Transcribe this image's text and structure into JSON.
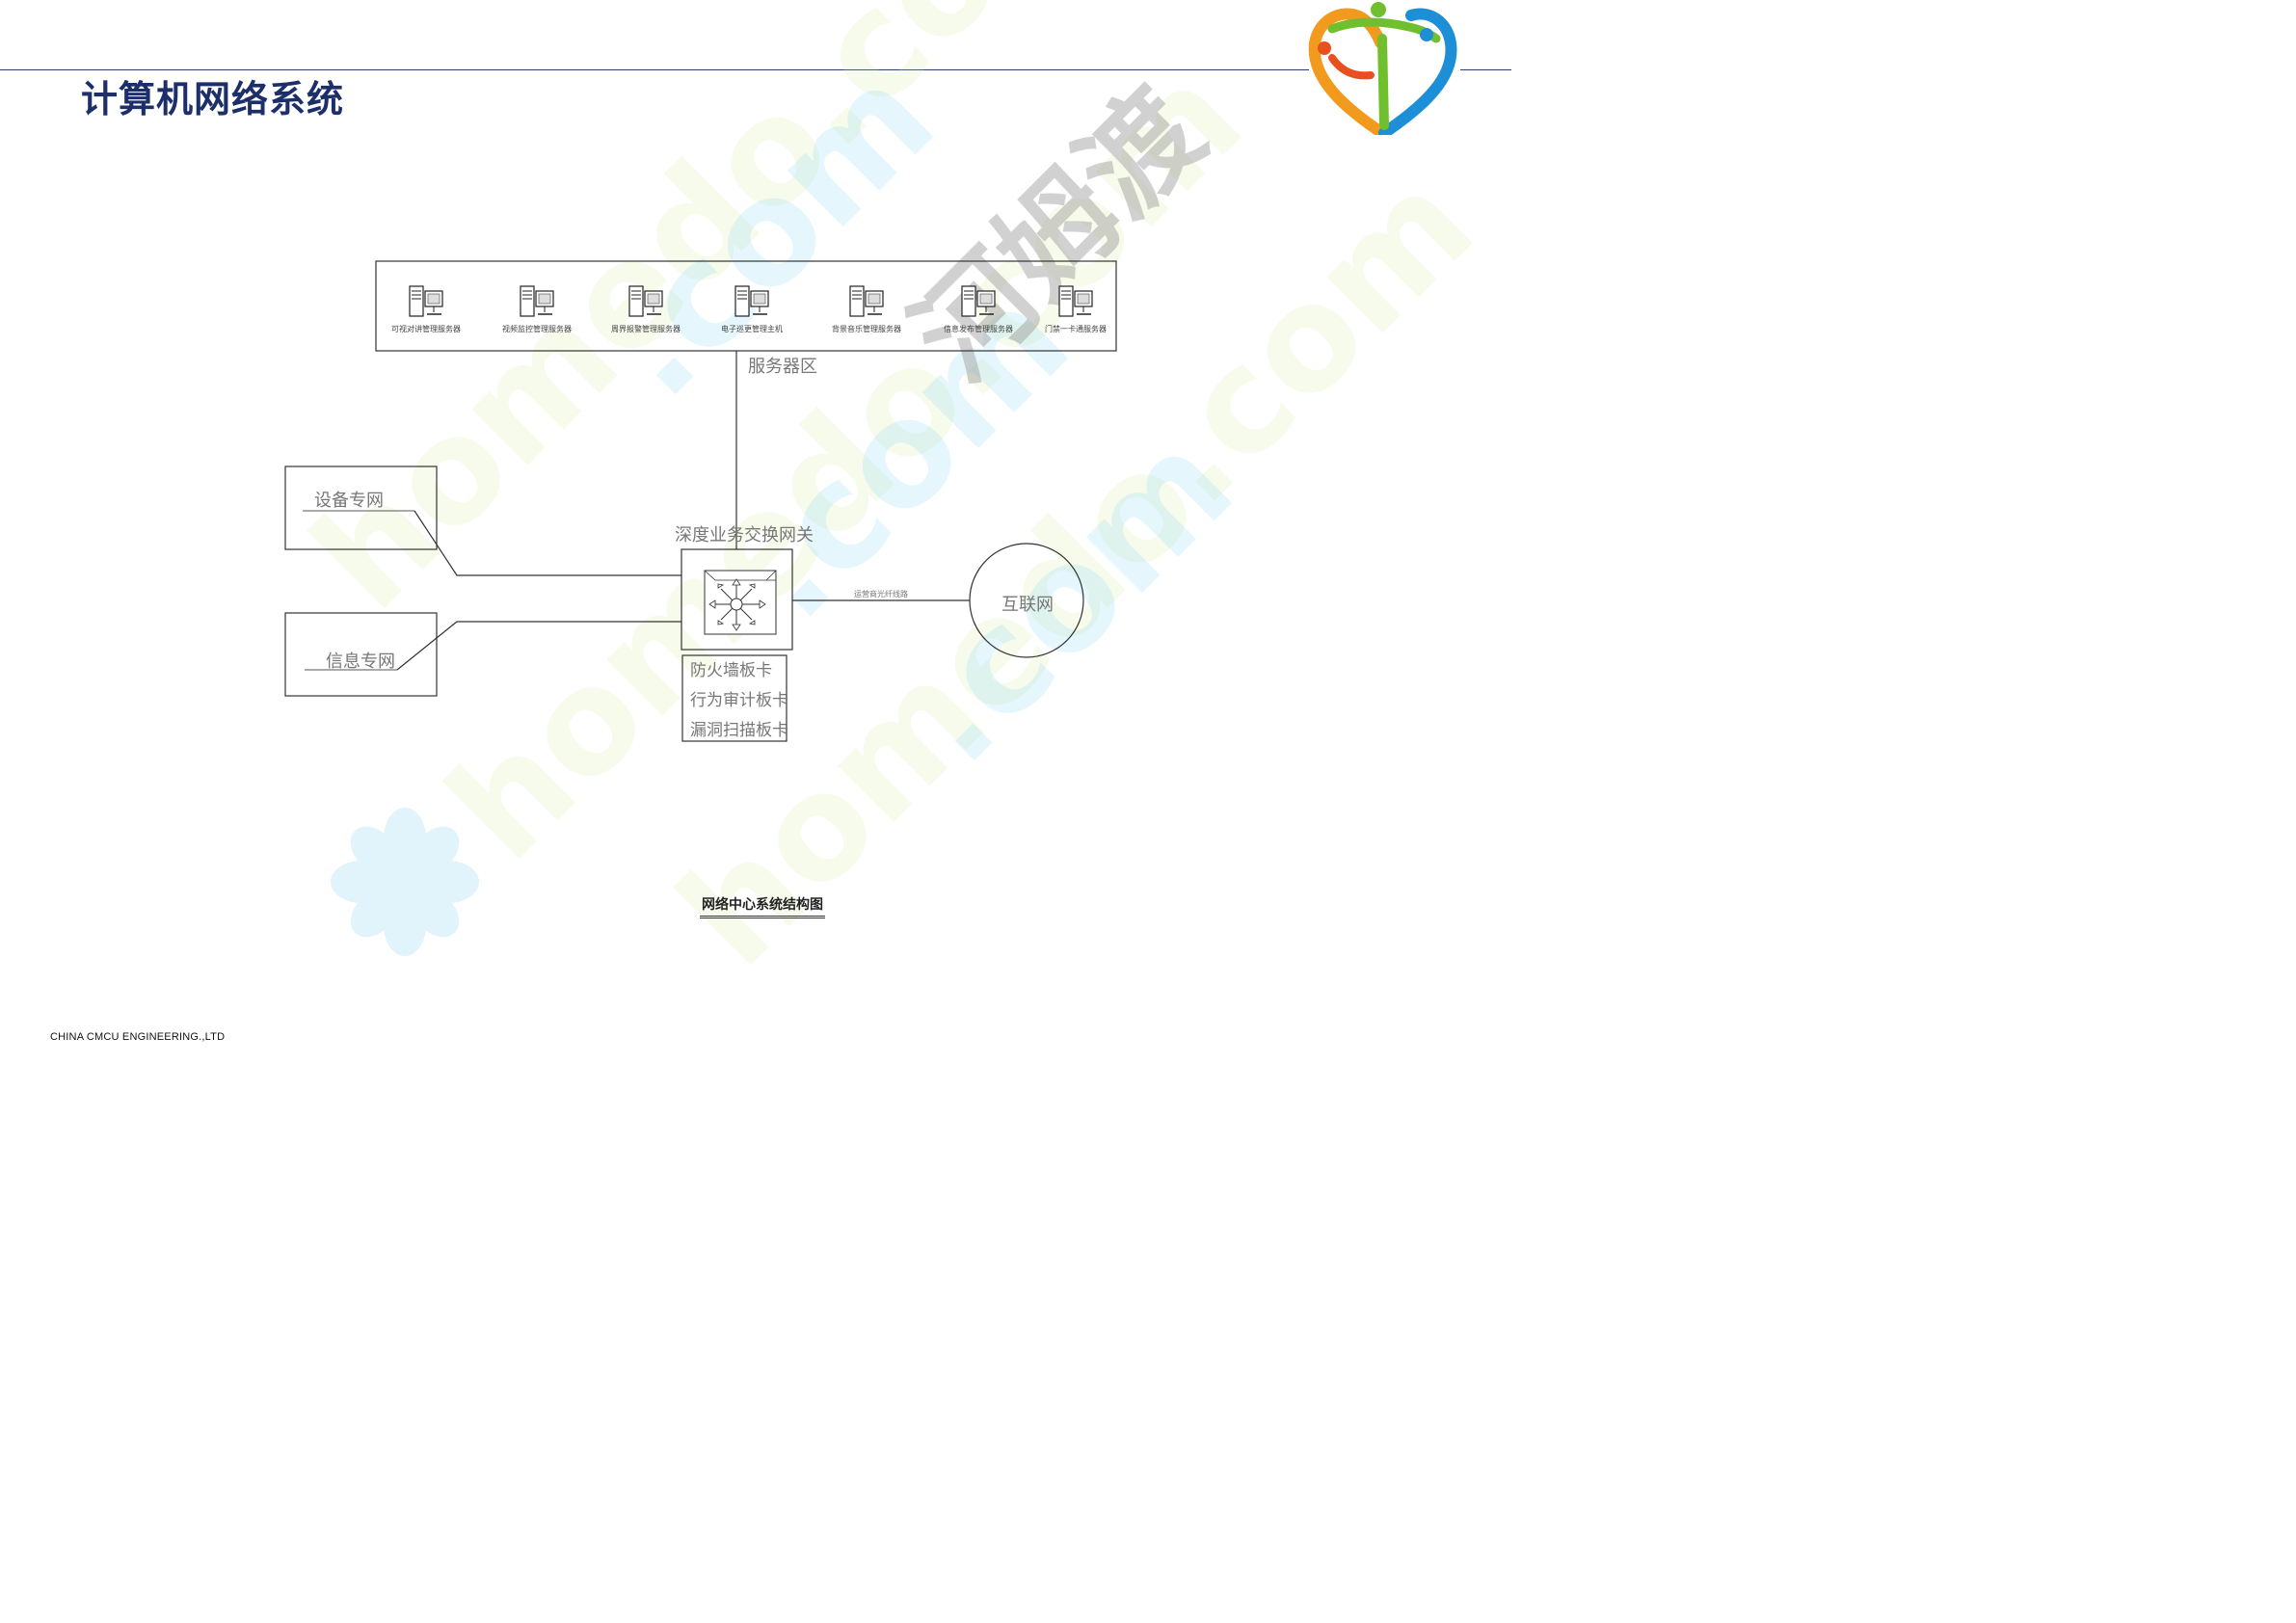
{
  "header": {
    "title": "计算机网络系统"
  },
  "footer": {
    "company": "CHINA CMCU ENGINEERING.,LTD"
  },
  "watermarks": {
    "site": "homedo.com",
    "brand": "河姆渡"
  },
  "diagram": {
    "servers": [
      {
        "label": "可视对讲管理服务器"
      },
      {
        "label": "视频监控管理服务器"
      },
      {
        "label": "周界报警管理服务器"
      },
      {
        "label": "电子巡更管理主机"
      },
      {
        "label": "背景音乐管理服务器"
      },
      {
        "label": "信息发布管理服务器"
      },
      {
        "label": "门禁一卡通服务器"
      }
    ],
    "server_zone_label": "服务器区",
    "device_net": "设备专网",
    "info_net": "信息专网",
    "gateway_label": "深度业务交换网关",
    "cards": [
      "防火墙板卡",
      "行为审计板卡",
      "漏洞扫描板卡"
    ],
    "link_label": "运营商光纤线路",
    "internet_label": "互联网",
    "caption": "网络中心系统结构图"
  },
  "colors": {
    "title": "#1c2f6a",
    "line": "#2b3f6a",
    "stroke": "#333333",
    "label": "#777777"
  }
}
